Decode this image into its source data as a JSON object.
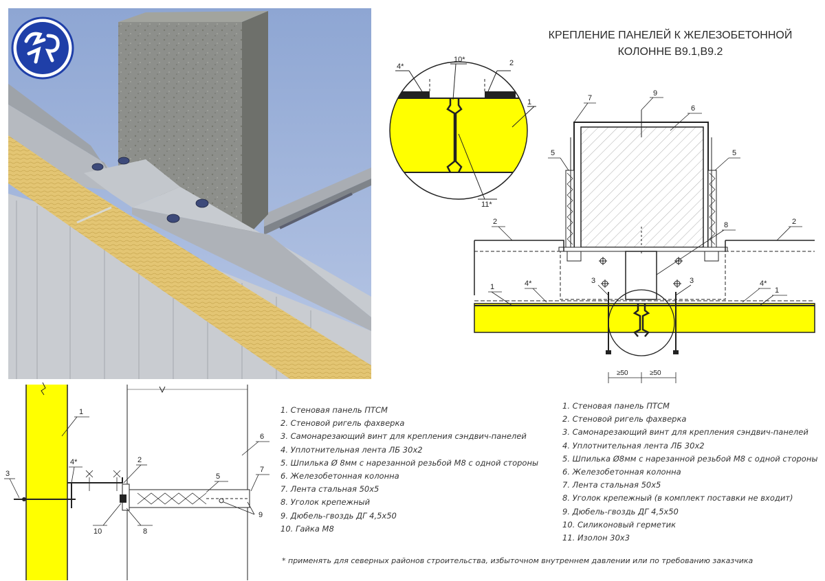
{
  "title": {
    "line1": "КРЕПЛЕНИЕ ПАНЕЛЕЙ К ЖЕЛЕЗОБЕТОННОЙ",
    "line2": "КОЛОННЕ В9.1,В9.2"
  },
  "colors": {
    "panel_yellow": "#ffff00",
    "concrete": "#8d8f8b",
    "sheet_metal": "#bfc3c9",
    "sky": "#9fb4d9",
    "logo_blue": "#1f3fa8",
    "line": "#333333"
  },
  "callouts": {
    "n1": "1",
    "n2": "2",
    "n3": "3",
    "n4s": "4*",
    "n5": "5",
    "n6": "6",
    "n7": "7",
    "n8": "8",
    "n9": "9",
    "n10": "10",
    "n10s": "10*",
    "n11s": "11*"
  },
  "dimensions": {
    "d50": "≥50"
  },
  "legend_left": [
    "1. Стеновая панель ПТСМ",
    "2. Стеновой ригель фахверка",
    "3. Самонарезающий винт для крепления сэндвич-панелей",
    "4. Уплотнительная лента ЛБ 30х2",
    "5. Шпилька Ø 8мм с нарезанной резьбой М8 с одной стороны",
    "6. Железобетонная колонна",
    "7. Лента стальная 50х5",
    "8. Уголок крепежный",
    "9. Дюбель-гвоздь ДГ 4,5х50",
    "10. Гайка М8"
  ],
  "legend_right": [
    "1. Стеновая панель ПТСМ",
    "2. Стеновой ригель фахверка",
    "3. Самонарезающий винт для крепления сэндвич-панелей",
    "4. Уплотнительная лента ЛБ 30х2",
    "5. Шпилька Ø8мм с нарезанной резьбой М8 с одной стороны",
    "6. Железобетонная колонна",
    "7. Лента стальная 50х5",
    "8. Уголок крепежный (в комплект поставки не входит)",
    "9. Дюбель-гвоздь ДГ 4,5х50",
    "10. Силиконовый герметик",
    "11. Изолон 30х3"
  ],
  "footnote": "* применять для  северных районов строительства, избыточном внутреннем давлении или по требованию заказчика"
}
